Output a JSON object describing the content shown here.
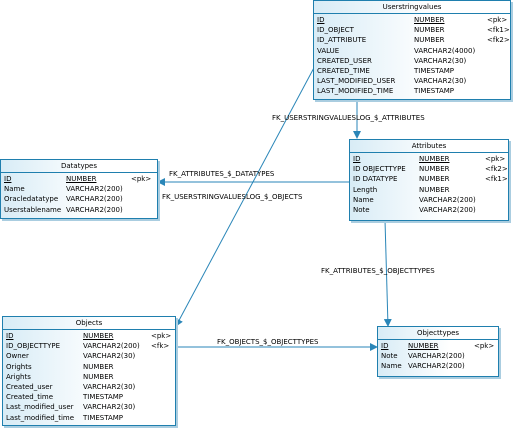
{
  "tables": {
    "userstringvalues": {
      "title": "Userstringvalues",
      "columns": [
        {
          "name": "ID",
          "type": "NUMBER",
          "key": "<pk>"
        },
        {
          "name": "ID_OBJECT",
          "type": "NUMBER",
          "key": "<fk1>"
        },
        {
          "name": "ID_ATTRIBUTE",
          "type": "NUMBER",
          "key": "<fk2>"
        },
        {
          "name": "VALUE",
          "type": "VARCHAR2(4000)",
          "key": ""
        },
        {
          "name": "CREATED_USER",
          "type": "VARCHAR2(30)",
          "key": ""
        },
        {
          "name": "CREATED_TIME",
          "type": "TIMESTAMP",
          "key": ""
        },
        {
          "name": "LAST_MODIFIED_USER",
          "type": "VARCHAR2(30)",
          "key": ""
        },
        {
          "name": "LAST_MODIFIED_TIME",
          "type": "TIMESTAMP",
          "key": ""
        }
      ]
    },
    "attributes": {
      "title": "Attributes",
      "columns": [
        {
          "name": "ID",
          "type": "NUMBER",
          "key": "<pk>"
        },
        {
          "name": "ID OBJECTTYPE",
          "type": "NUMBER",
          "key": "<fk2>"
        },
        {
          "name": "ID DATATYPE",
          "type": "NUMBER",
          "key": "<fk1>"
        },
        {
          "name": "Length",
          "type": "NUMBER",
          "key": ""
        },
        {
          "name": "Name",
          "type": "VARCHAR2(200)",
          "key": ""
        },
        {
          "name": "Note",
          "type": "VARCHAR2(200)",
          "key": ""
        }
      ]
    },
    "datatypes": {
      "title": "Datatypes",
      "columns": [
        {
          "name": "ID",
          "type": "NUMBER",
          "key": "<pk>"
        },
        {
          "name": "Name",
          "type": "VARCHAR2(200)",
          "key": ""
        },
        {
          "name": "Oracledatatype",
          "type": "VARCHAR2(200)",
          "key": ""
        },
        {
          "name": "Userstablename",
          "type": "VARCHAR2(200)",
          "key": ""
        }
      ]
    },
    "objects": {
      "title": "Objects",
      "columns": [
        {
          "name": "ID",
          "type": "NUMBER",
          "key": "<pk>"
        },
        {
          "name": "ID_OBJECTTYPE",
          "type": "VARCHAR2(200)",
          "key": "<fk>"
        },
        {
          "name": "Owner",
          "type": "VARCHAR2(30)",
          "key": ""
        },
        {
          "name": "Orights",
          "type": "NUMBER",
          "key": ""
        },
        {
          "name": "Arights",
          "type": "NUMBER",
          "key": ""
        },
        {
          "name": "Created_user",
          "type": "VARCHAR2(30)",
          "key": ""
        },
        {
          "name": "Created_time",
          "type": "TIMESTAMP",
          "key": ""
        },
        {
          "name": "Last_modified_user",
          "type": "VARCHAR2(30)",
          "key": ""
        },
        {
          "name": "Last_modified_time",
          "type": "TIMESTAMP",
          "key": ""
        }
      ]
    },
    "objecttypes": {
      "title": "Objecttypes",
      "columns": [
        {
          "name": "ID",
          "type": "NUMBER",
          "key": "<pk>"
        },
        {
          "name": "Note",
          "type": "VARCHAR2(200)",
          "key": ""
        },
        {
          "name": "Name",
          "type": "VARCHAR2(200)",
          "key": ""
        }
      ]
    }
  },
  "relationships": {
    "usv_attributes": "FK_USERSTRINGVALUESLOG_$_ATTRIBUTES",
    "attributes_datatypes": "FK_ATTRIBUTES_$_DATATYPES",
    "usv_objects": "FK_USERSTRINGVALUESLOG_$_OBJECTS",
    "attributes_objecttypes": "FK_ATTRIBUTES_$_OBJECTTYPES",
    "objects_objecttypes": "FK_OBJECTS_$_OBJECTTYPES"
  },
  "colors": {
    "border": "#1f7fae",
    "connector": "#2a86b8"
  }
}
